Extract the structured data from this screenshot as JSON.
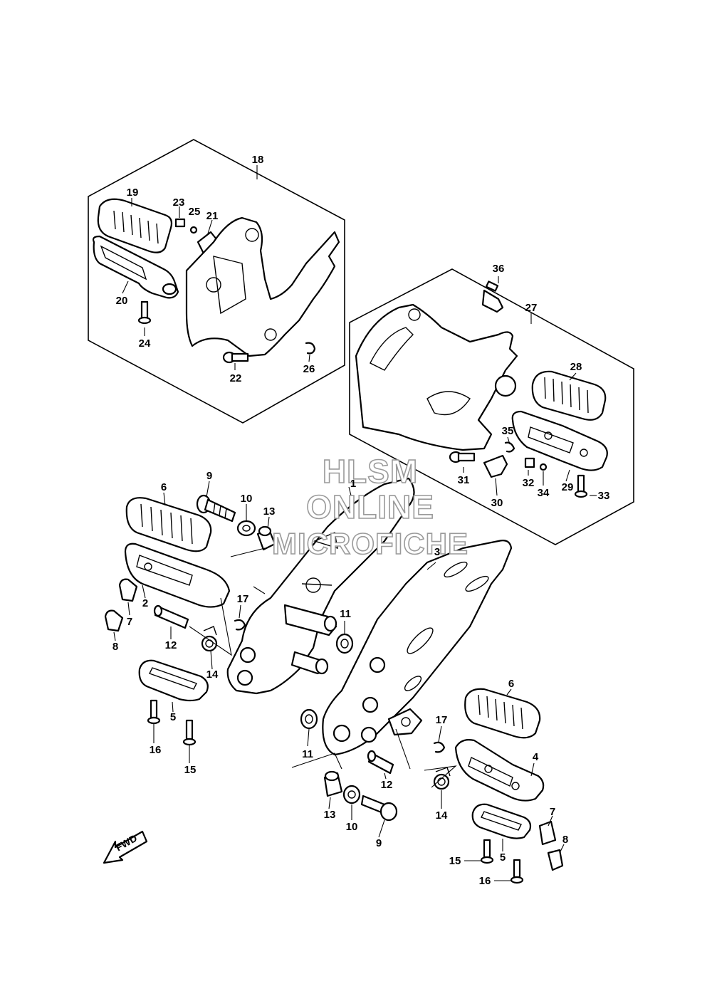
{
  "watermark": {
    "line1": "HLSM",
    "line2": "ONLINE",
    "line3": "MICROFICHE"
  },
  "direction_marker": {
    "label": "FWD",
    "icon": "forward-arrow-icon"
  },
  "part_numbers": [
    "1",
    "2",
    "3",
    "4",
    "5",
    "5",
    "6",
    "6",
    "7",
    "7",
    "8",
    "8",
    "9",
    "9",
    "10",
    "10",
    "11",
    "11",
    "12",
    "12",
    "13",
    "13",
    "14",
    "14",
    "15",
    "15",
    "16",
    "16",
    "17",
    "17",
    "18",
    "19",
    "20",
    "21",
    "22",
    "23",
    "24",
    "25",
    "26",
    "27",
    "28",
    "29",
    "30",
    "31",
    "32",
    "33",
    "34",
    "35",
    "36"
  ],
  "callouts": {
    "c1": "1",
    "c2": "2",
    "c3": "3",
    "c4": "4",
    "c5a": "5",
    "c5b": "5",
    "c6a": "6",
    "c6b": "6",
    "c7a": "7",
    "c7b": "7",
    "c8a": "8",
    "c8b": "8",
    "c9a": "9",
    "c9b": "9",
    "c10a": "10",
    "c10b": "10",
    "c11a": "11",
    "c11b": "11",
    "c12a": "12",
    "c12b": "12",
    "c13a": "13",
    "c13b": "13",
    "c14a": "14",
    "c14b": "14",
    "c15a": "15",
    "c15b": "15",
    "c16a": "16",
    "c16b": "16",
    "c17a": "17",
    "c17b": "17",
    "c18": "18",
    "c19": "19",
    "c20": "20",
    "c21": "21",
    "c22": "22",
    "c23": "23",
    "c24": "24",
    "c25": "25",
    "c26": "26",
    "c27": "27",
    "c28": "28",
    "c29": "29",
    "c30": "30",
    "c31": "31",
    "c32": "32",
    "c33": "33",
    "c34": "34",
    "c35": "35",
    "c36": "36"
  }
}
